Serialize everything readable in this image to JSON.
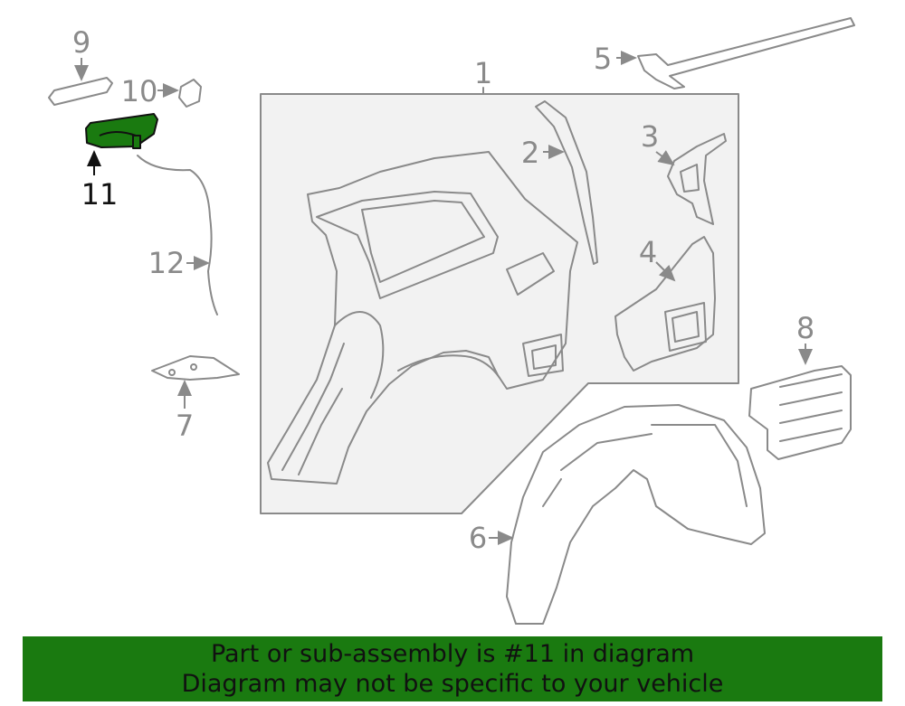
{
  "callouts": {
    "c1": "1",
    "c2": "2",
    "c3": "3",
    "c4": "4",
    "c5": "5",
    "c6": "6",
    "c7": "7",
    "c8": "8",
    "c9": "9",
    "c10": "10",
    "c11": "11",
    "c12": "12"
  },
  "highlight": {
    "part": "11",
    "color": "#1a7a10"
  },
  "banner": {
    "line1": "Part or sub-assembly is #11 in diagram",
    "line2": "Diagram may not be specific to your vehicle",
    "color": "#1a7a10"
  }
}
